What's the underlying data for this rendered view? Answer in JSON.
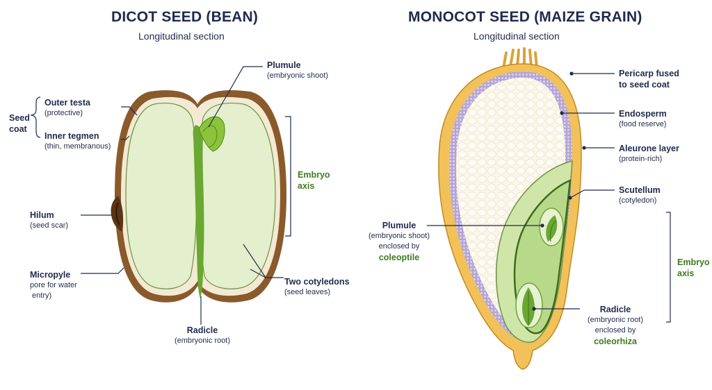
{
  "dicot": {
    "title": "DICOT SEED (BEAN)",
    "subtitle": "Longitudinal section",
    "seed_coat": "Seed\ncoat",
    "outer_testa": {
      "name": "Outer testa",
      "desc": "(protective)"
    },
    "inner_tegmen": {
      "name": "Inner tegmen",
      "desc": "(thin, membranous)"
    },
    "hilum": {
      "name": "Hilum",
      "desc": "(seed scar)"
    },
    "micropyle": {
      "name": "Micropyle",
      "desc": "pore for water\n entry)"
    },
    "plumule": {
      "name": "Plumule",
      "desc": "(embryonic shoot)"
    },
    "embryo_axis": "Embryo\naxis",
    "cotyledons": {
      "name": "Two cotyledons",
      "desc": "(seed leaves)"
    },
    "radicle": {
      "name": "Radicle",
      "desc": "(embryonic root)"
    }
  },
  "monocot": {
    "title": "MONOCOT SEED (MAIZE GRAIN)",
    "subtitle": "Longitudinal section",
    "pericarp": "Pericarp fused\nto seed coat",
    "endosperm": {
      "name": "Endosperm",
      "desc": "(food reserve)"
    },
    "aleurone": {
      "name": "Aleurone layer",
      "desc": "(protein-rich)"
    },
    "scutellum": {
      "name": "Scutellum",
      "desc": "(cotyledon)"
    },
    "plumule": {
      "name": "Plumule",
      "desc": "(embryonic shoot)\nenclosed by",
      "sheath": "coleoptile"
    },
    "embryo_axis": "Embryo\naxis",
    "radicle": {
      "name": "Radicle",
      "desc": "(embryonic root)\nenclosed by",
      "sheath": "coleorhiza"
    }
  },
  "colors": {
    "seed_coat_brown": "#8a5a2b",
    "cotyledon_green": "#e3efcd",
    "embryo_green": "#6aa832",
    "pericarp_yellow": "#f2c15a",
    "aleurone_purple": "#b9a9d6",
    "endosperm_cream": "#fbf7ea",
    "label_navy": "#1f2a4d",
    "accent_green": "#3f7a1e"
  }
}
